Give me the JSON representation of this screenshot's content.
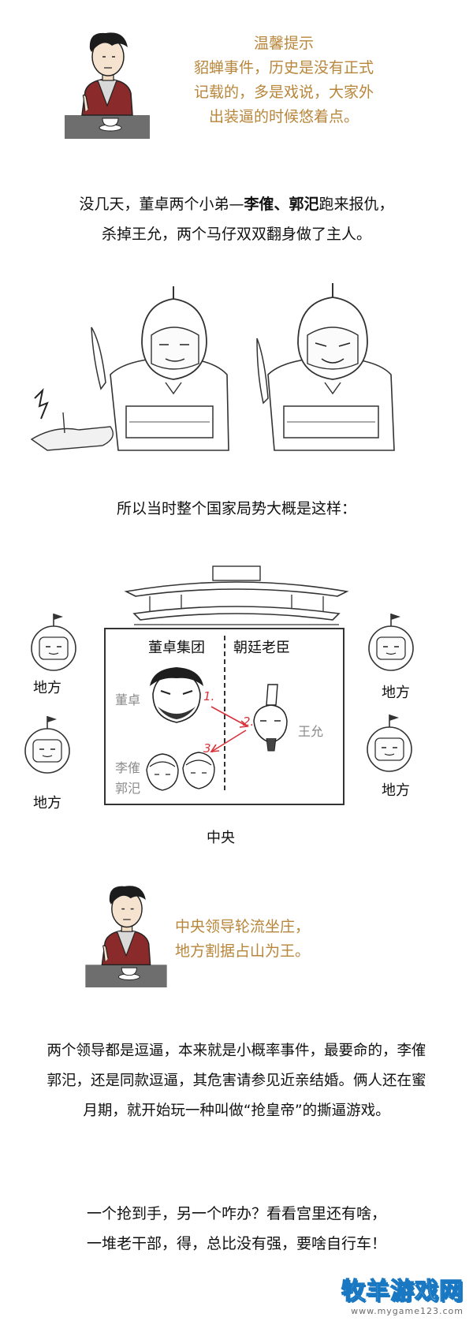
{
  "note1": {
    "lines": [
      "温馨提示",
      "貂蝉事件，历史是没有正式",
      "记载的，多是戏说，大家外",
      "出装逼的时候悠着点。"
    ]
  },
  "paragraph1": {
    "line1_pre": "没几天，董卓两个小弟—",
    "line1_bold": "李傕、郭汜",
    "line1_post": "跑来报仇，",
    "line2": "杀掉王允，两个马仔双双翻身做了主人。"
  },
  "paragraph2": "所以当时整个国家局势大概是这样：",
  "diagram": {
    "left_group": "董卓集团",
    "right_group": "朝廷老臣",
    "dongzhuo": "董卓",
    "wangyun": "王允",
    "liguo": "李傕",
    "guosi": "郭汜",
    "step1": "1.",
    "step2": "2.",
    "step3": "3.",
    "center_label": "中央",
    "local_left_top": "地方",
    "local_left_bottom": "地方",
    "local_right_top": "地方",
    "local_right_bottom": "地方"
  },
  "note2": {
    "lines": [
      "中央领导轮流坐庄，",
      "地方割据占山为王。"
    ]
  },
  "paragraph3": {
    "lines": [
      "两个领导都是逗逼，本来就是小概率事件，最要命的，李傕",
      "郭汜，还是同款逗逼，其危害请参见近亲结婚。俩人还在蜜",
      "月期，就开始玩一种叫做“抢皇帝”的撕逼游戏。"
    ]
  },
  "paragraph4": {
    "lines": [
      "一个抢到手，另一个咋办？看看宫里还有啥，",
      "一堆老干部，得，总比没有强，要啥自行车！"
    ]
  },
  "watermark": {
    "main": "牧羊游戏网",
    "url": "www.mygame123.com"
  },
  "colors": {
    "note_text": "#b8863a",
    "sign_grey": "#8a8a8a",
    "arrow_red": "#d8323a",
    "watermark_blue": "#1a78c2"
  }
}
